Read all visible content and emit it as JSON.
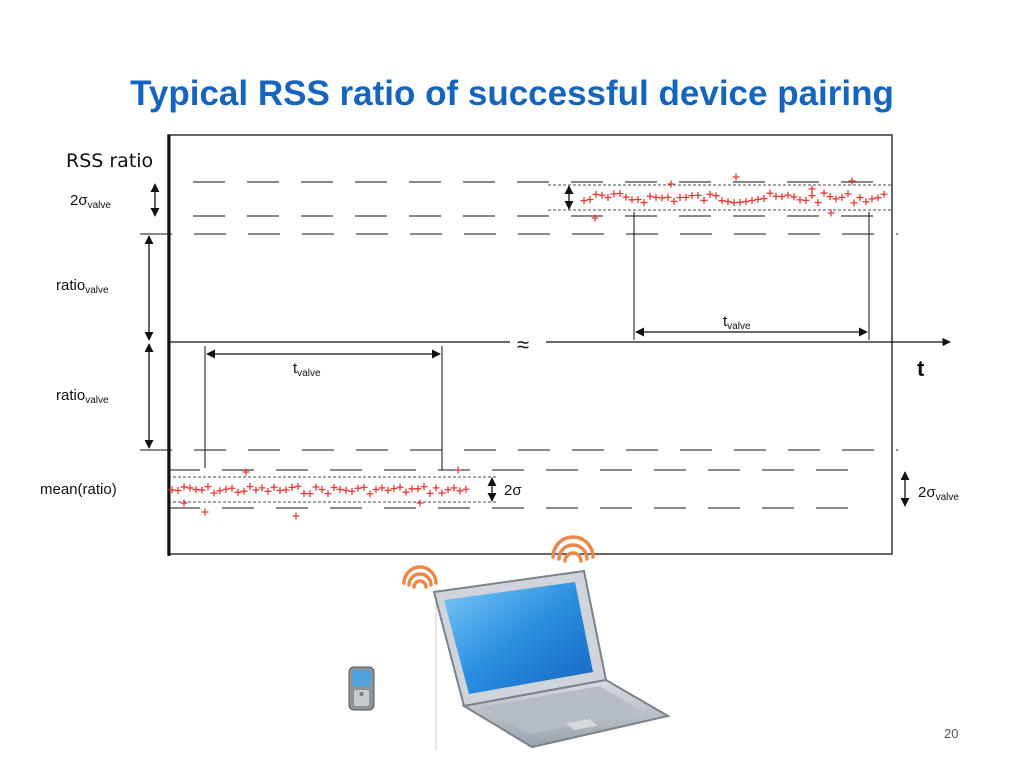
{
  "slide": {
    "title": "Typical RSS ratio of successful device pairing",
    "y_axis_label": "RSS ratio",
    "x_axis_label": "t",
    "page_number": "20"
  },
  "annotations": {
    "two_sigma_valve_main": "2σ",
    "two_sigma_valve_sub": "valve",
    "ratio_valve_main": "ratio",
    "ratio_valve_sub": "valve",
    "mean_ratio": "mean(ratio)",
    "t_valve_main": "t",
    "t_valve_sub": "valve",
    "two_sigma": "2σ",
    "axis_break": "≈"
  },
  "colors": {
    "title": "#1565C0",
    "points": "#E53935",
    "lines": "#111111",
    "wifi": "#E8894A",
    "screen": "#2E9CE6"
  },
  "icons": [
    "phone-icon",
    "laptop-icon",
    "wifi-signal-icon"
  ]
}
